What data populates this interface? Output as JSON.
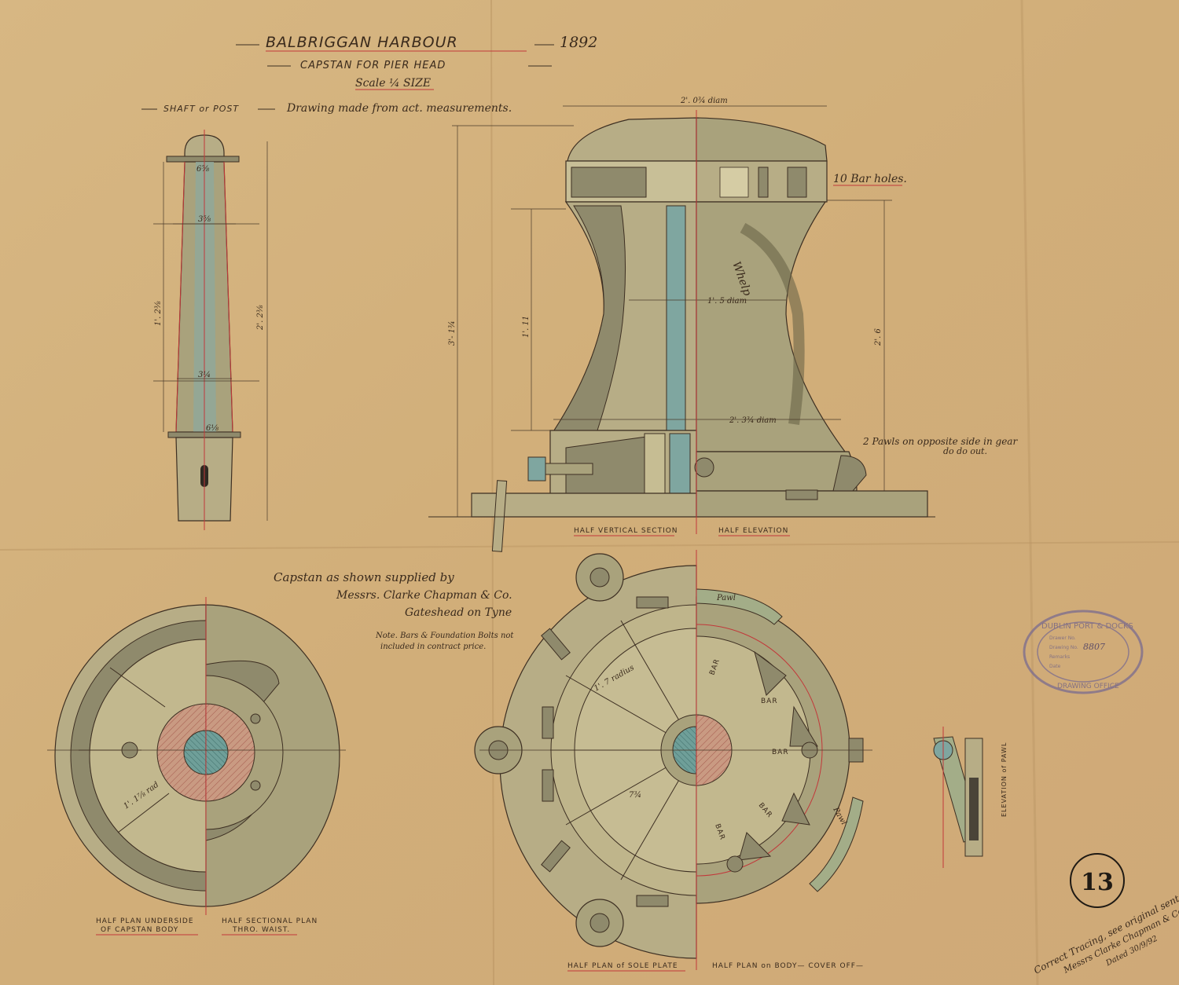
{
  "title": {
    "main": "BALBRIGGAN HARBOUR",
    "year": "1892",
    "subtitle": "CAPSTAN FOR PIER HEAD",
    "scale": "Scale ¼ SIZE"
  },
  "notes": {
    "shaft_label": "SHAFT or POST",
    "drawing_note": "Drawing made from act. measurements.",
    "bar_holes": "10 Bar holes.",
    "pawls": "2 Pawls on opposite side in gear",
    "pawls2": "do do out.",
    "supplied_1": "Capstan as shown supplied by",
    "supplied_2": "Messrs. Clarke Chapman & Co.",
    "supplied_3": "Gateshead on Tyne",
    "note_1": "Note. Bars & Foundation Bolts not",
    "note_2": "included in contract price.",
    "corner_1": "Correct Tracing, see original sent by",
    "corner_2": "Messrs Clarke Chapman & Co.",
    "corner_3": "Dated 30/9/92"
  },
  "views": {
    "half_vertical_section": "HALF VERTICAL SECTION",
    "half_elevation": "HALF ELEVATION",
    "half_plan_underside_1": "HALF PLAN UNDERSIDE",
    "half_plan_underside_2": "OF CAPSTAN BODY",
    "half_sectional_plan_1": "HALF SECTIONAL PLAN",
    "half_sectional_plan_2": "THRO. WAIST.",
    "half_plan_sole": "HALF PLAN of SOLE PLATE",
    "half_plan_body": "HALF PLAN on BODY— COVER OFF—",
    "elevation_pawl": "ELEVATION of PAWL"
  },
  "dimensions": {
    "top_width": "2'. 0¾ diam",
    "height_overall": "3'- 1¾",
    "height_waist": "1'. 11",
    "body_height": "2'. 6",
    "waist_diam": "1'. 5 diam",
    "base_diam": "2'. 3¾ diam",
    "whelp": "Whelp",
    "shaft_length": "2'. 2⅜",
    "shaft_taper": "1'. 2⅜",
    "shaft_top": "6⅝",
    "shaft_mid": "3⅝",
    "shaft_low": "3¼",
    "shaft_base": "6⅛",
    "radius": "1'. 7 radius",
    "radius2": "1'. 1⅞ rad",
    "radius3": "7¾"
  },
  "plan_labels": {
    "bar": "BAR",
    "pawl": "Pawl"
  },
  "stamp": {
    "ring_top": "DUBLIN PORT & DOCKS",
    "ring_bottom": "DRAWING OFFICE",
    "drawing_no_label": "Drawing No.",
    "drawing_no": "8807",
    "drawer_label": "Drawer No.",
    "remarks_label": "Remarks",
    "date_label": "Date"
  },
  "sheet_number": "13"
}
